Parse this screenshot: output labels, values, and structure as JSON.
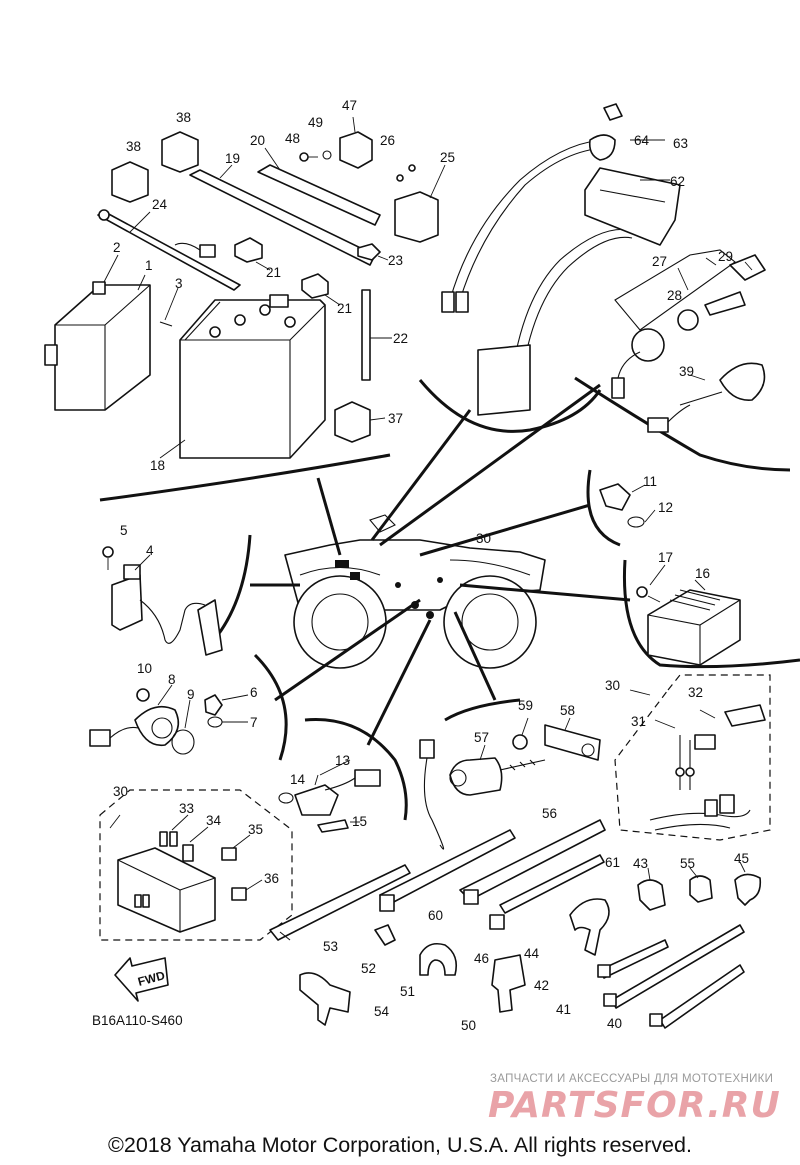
{
  "diagram": {
    "part_numbers": [
      "1",
      "2",
      "3",
      "4",
      "5",
      "6",
      "7",
      "8",
      "9",
      "10",
      "11",
      "12",
      "13",
      "14",
      "15",
      "16",
      "17",
      "18",
      "19",
      "20",
      "21",
      "21",
      "22",
      "23",
      "24",
      "25",
      "26",
      "27",
      "28",
      "29",
      "30",
      "30",
      "30",
      "31",
      "32",
      "33",
      "34",
      "35",
      "36",
      "37",
      "38",
      "38",
      "39",
      "40",
      "41",
      "42",
      "43",
      "44",
      "45",
      "46",
      "47",
      "48",
      "49",
      "50",
      "51",
      "52",
      "53",
      "54",
      "55",
      "56",
      "57",
      "58",
      "59",
      "60",
      "61",
      "62",
      "63",
      "64"
    ],
    "direction_label": "FWD",
    "drawing_code": "B16A110-S460",
    "copyright": "©2018 Yamaha Motor Corporation, U.S.A. All rights reserved."
  },
  "watermark": {
    "tagline": "ЗАПЧАСТИ И АКСЕССУАРЫ ДЛЯ МОТОТЕХНИКИ",
    "logo": "PARTSFOR.RU"
  }
}
